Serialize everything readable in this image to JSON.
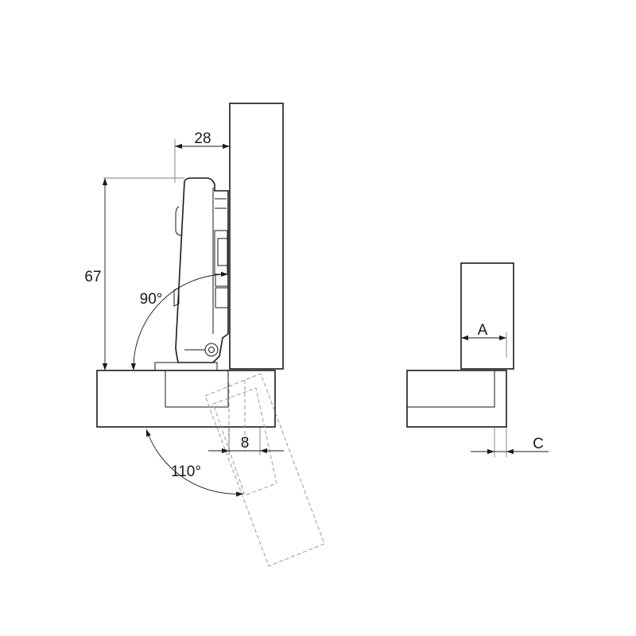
{
  "dimensions": {
    "top_offset": "28",
    "height": "67",
    "opening_angle": "90°",
    "max_opening_angle": "110°",
    "door_gap": "8",
    "overlay": "A",
    "clearance": "C"
  }
}
